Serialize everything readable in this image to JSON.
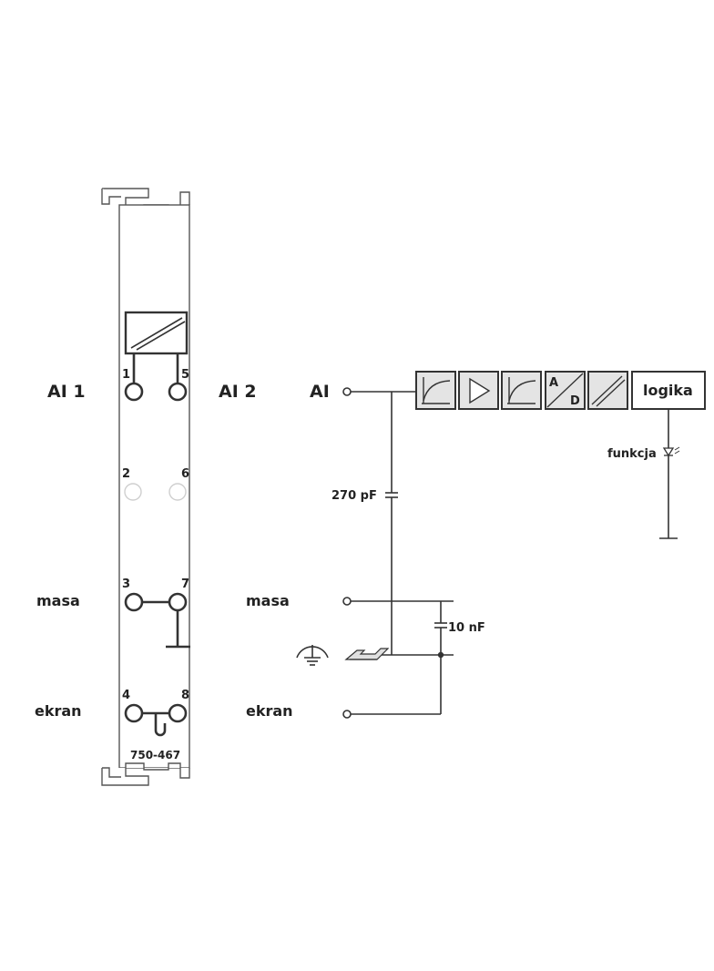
{
  "left_labels": {
    "ai1": "AI 1",
    "masa": "masa",
    "ekran": "ekran"
  },
  "module": {
    "terminal_numbers": [
      "1",
      "5",
      "2",
      "6",
      "3",
      "7",
      "4",
      "8"
    ],
    "part_number": "750-467"
  },
  "right_labels": {
    "ai2": "AI 2",
    "masa": "masa",
    "ekran": "ekran"
  },
  "schematic": {
    "input_label": "AI",
    "cap1": "270 pF",
    "cap2": "10 nF",
    "logic_label": "logika",
    "adc_a": "A",
    "adc_d": "D",
    "function_label": "funkcja"
  }
}
